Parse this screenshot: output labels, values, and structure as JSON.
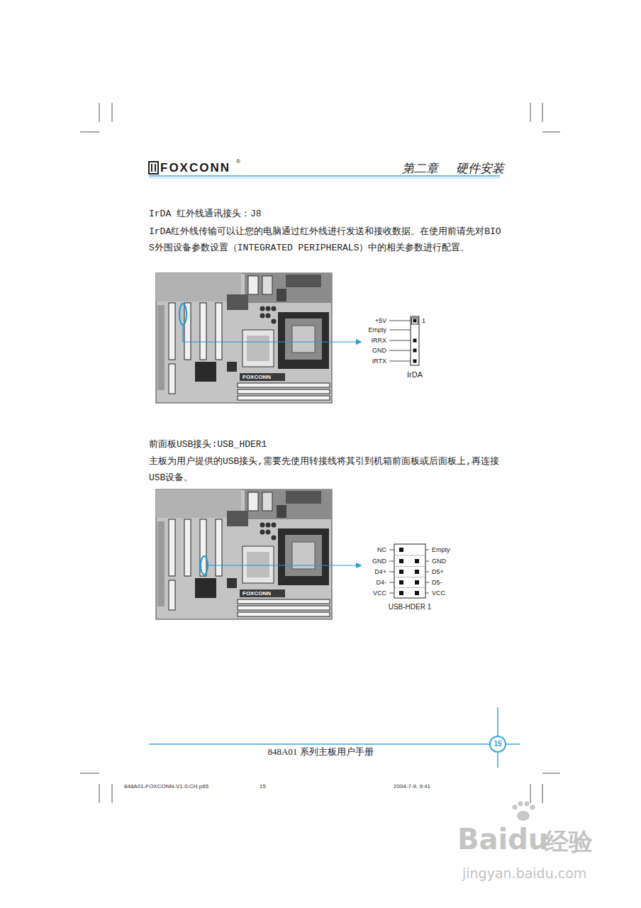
{
  "diagram": {
    "nodes": [
      {
        "text": [
          "FOXCONN"
        ]
      },
      {
        "text": [
          "IrDA"
        ]
      },
      {
        "text": [
          "FOXCONN"
        ]
      },
      {
        "text": [
          "USB-HDER 1"
        ]
      }
    ],
    "edges": [
      {
        "from": 0,
        "to": 1,
        "arrow": "to"
      },
      {
        "from": 2,
        "to": 3,
        "arrow": "to"
      }
    ],
    "labels": [
      "FOXCONN",
      "®",
      "第二章",
      "硬件安装",
      "IrDA 红外线通讯接头：J8",
      "IrDA红外线传输可以让您的电脑通过红外线进行发送和接收数据。在使用前请先对BIOS外围设备参数设置（INTEGRATED PERIPHERALS）中的相关参数进行配置。",
      "+5V",
      "Empty",
      "IRRX",
      "GND",
      "IRTX",
      "1",
      "前面板USB接头:USB_HDER1",
      "主板为用户提供的USB接头,需要先使用转接线将其引到机箱前面板或后面板上,再连接USB设备。",
      "NC",
      "Empty",
      "GND",
      "GND",
      "D4+",
      "D5+",
      "D4-",
      "D5-",
      "VCC",
      "VCC",
      "848A01 系列主板用户手册",
      "15",
      "848A01-FOXCONN-V1.0-CH.p65",
      "15",
      "2004-7-9, 9:41",
      "Baidu",
      "经验",
      "jingyan.baidu.com"
    ]
  }
}
